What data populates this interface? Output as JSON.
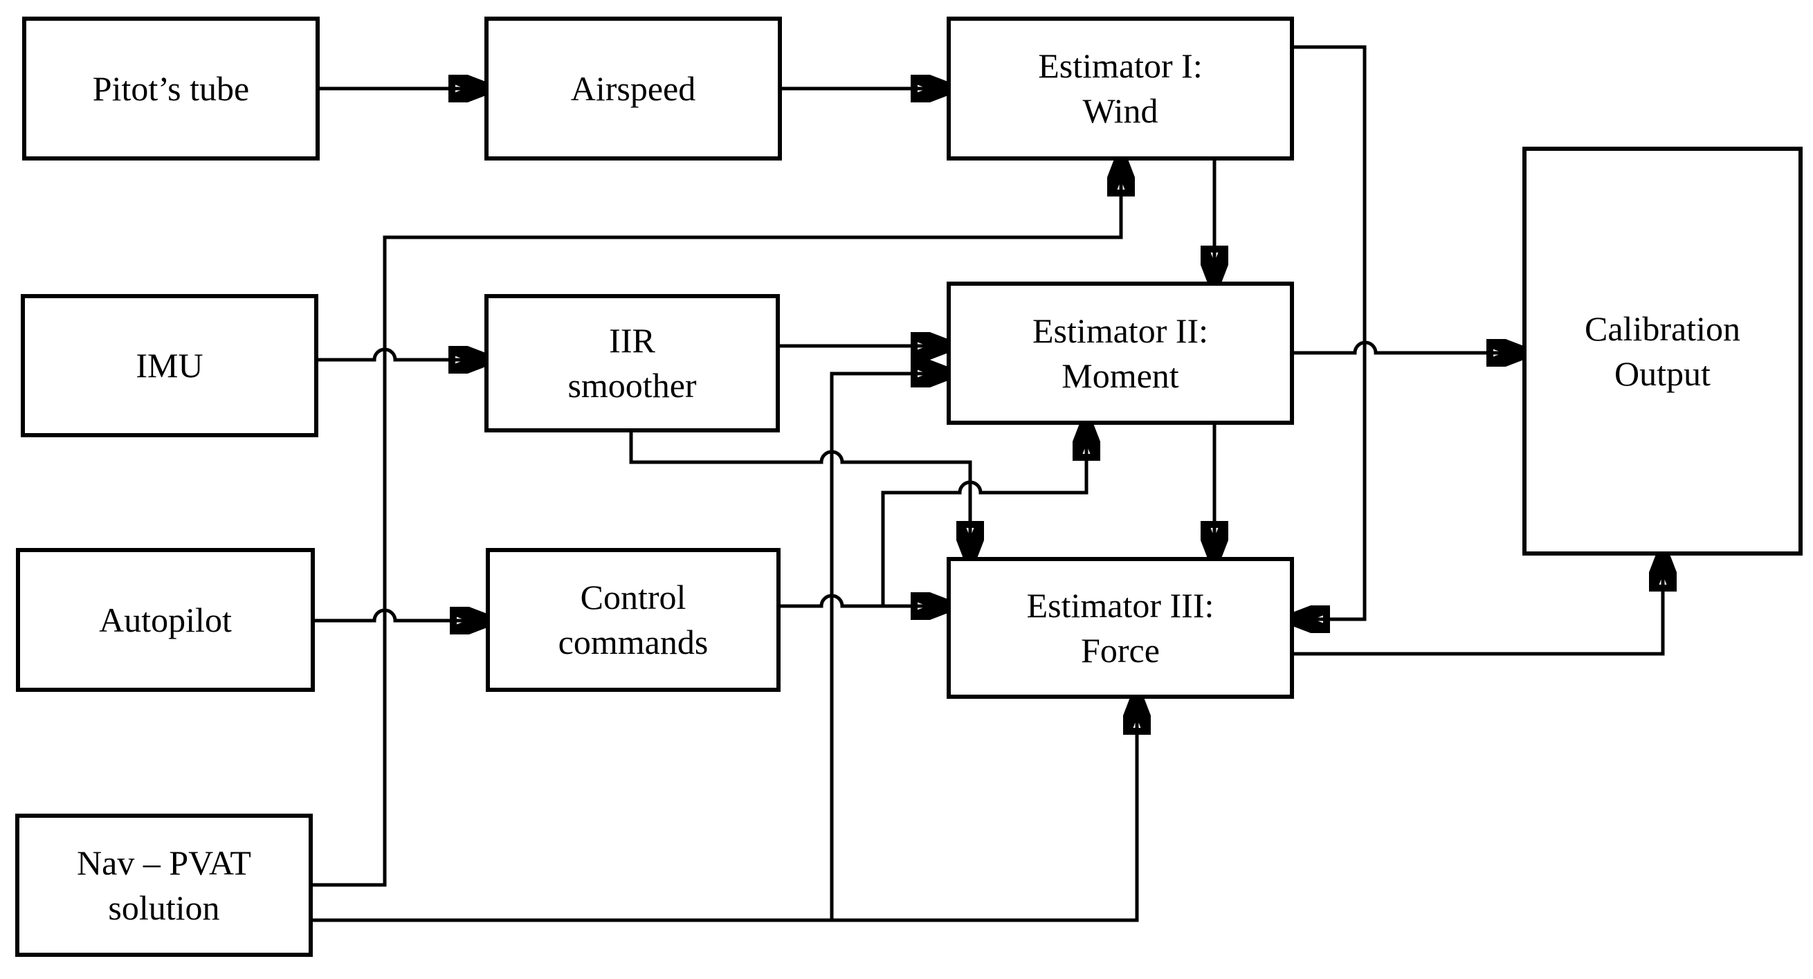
{
  "diagram": {
    "background_color": "#ffffff",
    "line_color": "#000000",
    "blocks": {
      "pitot": {
        "label": "Pitot’s tube"
      },
      "airspeed": {
        "label": "Airspeed"
      },
      "estimator1": {
        "label": "Estimator I:\nWind"
      },
      "imu": {
        "label": "IMU"
      },
      "iir": {
        "label": "IIR\nsmoother"
      },
      "estimator2": {
        "label": "Estimator II:\nMoment"
      },
      "autopilot": {
        "label": "Autopilot"
      },
      "control": {
        "label": "Control\ncommands"
      },
      "estimator3": {
        "label": "Estimator III:\nForce"
      },
      "nav": {
        "label": "Nav – PVAT\nsolution"
      },
      "calibration": {
        "label": "Calibration\nOutput"
      }
    },
    "edges": [
      {
        "from": "pitot",
        "to": "airspeed",
        "enters": "left"
      },
      {
        "from": "airspeed",
        "to": "estimator1",
        "enters": "left"
      },
      {
        "from": "imu",
        "to": "iir",
        "enters": "left"
      },
      {
        "from": "autopilot",
        "to": "control",
        "enters": "left"
      },
      {
        "from": "nav",
        "to": "estimator1",
        "enters": "bottom"
      },
      {
        "from": "estimator1",
        "to": "estimator2",
        "enters": "top"
      },
      {
        "from": "estimator1",
        "to": "estimator3",
        "enters": "right"
      },
      {
        "from": "iir",
        "to": "estimator2",
        "enters": "left-upper"
      },
      {
        "from": "nav",
        "to": "estimator2",
        "enters": "left-lower"
      },
      {
        "from": "iir",
        "to": "estimator3",
        "enters": "top"
      },
      {
        "from": "control",
        "to": "estimator3",
        "enters": "left"
      },
      {
        "from": "control",
        "to": "estimator2",
        "enters": "bottom"
      },
      {
        "from": "estimator2",
        "to": "estimator3",
        "enters": "top"
      },
      {
        "from": "nav",
        "to": "estimator3",
        "enters": "bottom"
      },
      {
        "from": "estimator2",
        "to": "calibration",
        "enters": "left"
      },
      {
        "from": "estimator3",
        "to": "calibration",
        "enters": "bottom"
      }
    ],
    "line_jumps": "semicircle hops where connectors cross without joining"
  }
}
